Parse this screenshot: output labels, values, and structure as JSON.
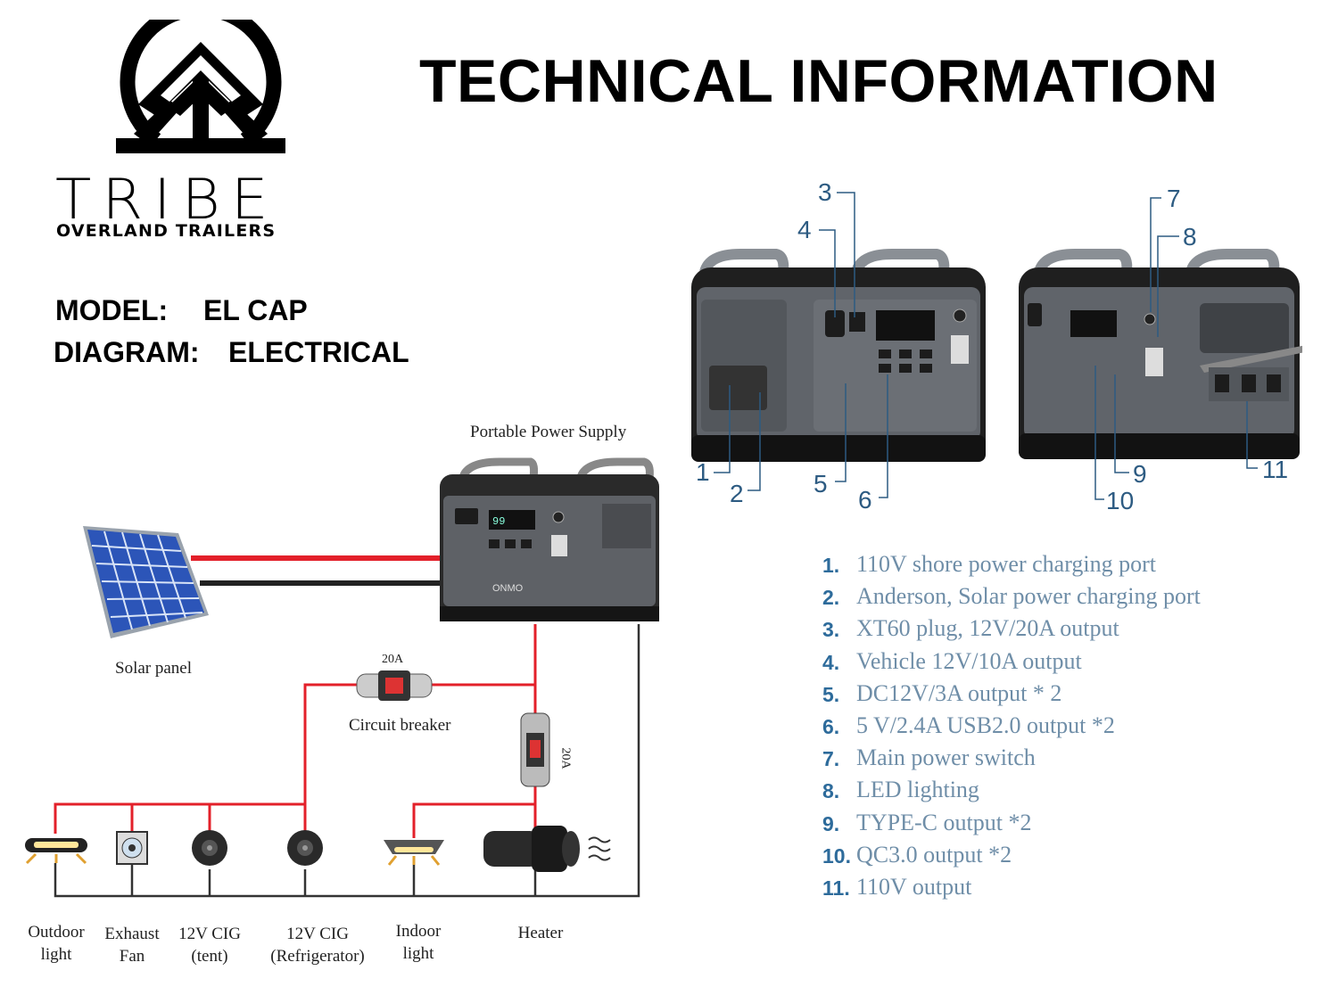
{
  "brand": {
    "name": "TRIBE",
    "tagline": "OVERLAND TRAILERS"
  },
  "title": "TECHNICAL INFORMATION",
  "model": {
    "label": "MODEL:",
    "value": "EL CAP"
  },
  "diagram": {
    "label": "DIAGRAM:",
    "value": "ELECTRICAL"
  },
  "wiring": {
    "power_supply_label": "Portable Power Supply",
    "solar_label": "Solar panel",
    "breaker_label": "Circuit breaker",
    "breaker_rating": "20A",
    "fuse_rating": "20A",
    "device_brand": "ONMO",
    "display_value": "99",
    "loads": [
      {
        "line1": "Outdoor",
        "line2": "light"
      },
      {
        "line1": "Exhaust",
        "line2": "Fan"
      },
      {
        "line1": "12V CIG",
        "line2": "(tent)"
      },
      {
        "line1": "12V CIG",
        "line2": "(Refrigerator)"
      },
      {
        "line1": "Indoor",
        "line2": "light"
      },
      {
        "line1": "Heater",
        "line2": ""
      }
    ]
  },
  "callouts": [
    "1",
    "2",
    "3",
    "4",
    "5",
    "6",
    "7",
    "8",
    "9",
    "10",
    "11"
  ],
  "specs": [
    {
      "num": "1.",
      "text": "110V shore power charging port"
    },
    {
      "num": "2.",
      "text": "Anderson, Solar power charging port"
    },
    {
      "num": "3.",
      "text": "XT60 plug, 12V/20A output"
    },
    {
      "num": "4.",
      "text": "Vehicle 12V/10A output"
    },
    {
      "num": "5.",
      "text": "DC12V/3A output * 2"
    },
    {
      "num": "6.",
      "text": "5 V/2.4A USB2.0 output *2"
    },
    {
      "num": "7.",
      "text": "Main power switch"
    },
    {
      "num": "8.",
      "text": "LED lighting"
    },
    {
      "num": "9.",
      "text": "TYPE-C output *2"
    },
    {
      "num": "10.",
      "text": " QC3.0 output *2"
    },
    {
      "num": "11.",
      "text": " 110V output"
    }
  ],
  "colors": {
    "positive_wire": "#e3202a",
    "negative_wire": "#222222",
    "spec_text": "#6f8ea8",
    "spec_num": "#2d6b9b"
  }
}
